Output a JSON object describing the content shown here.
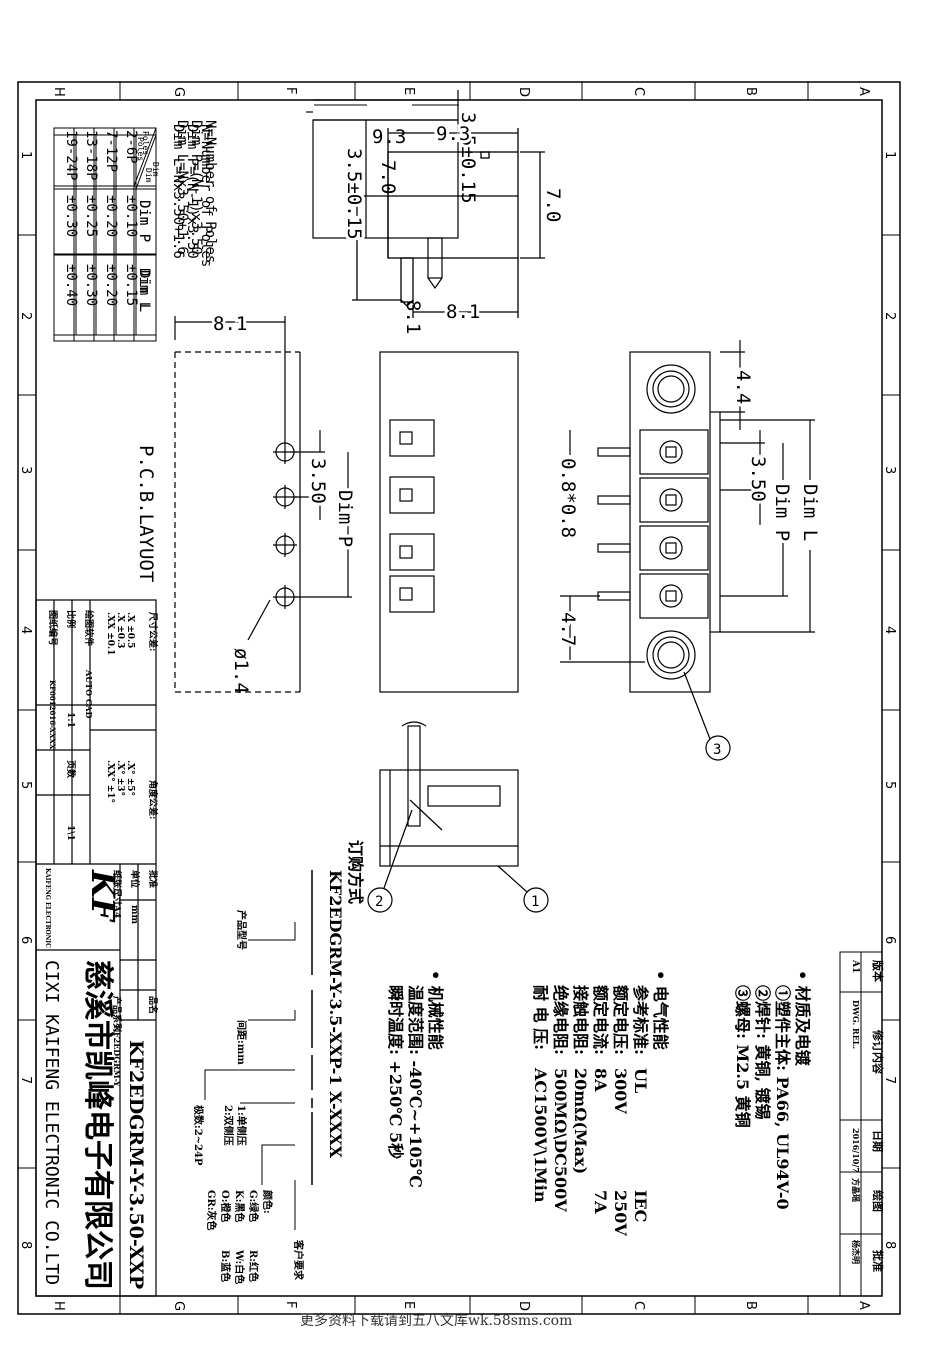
{
  "border_letters": [
    "A",
    "B",
    "C",
    "D",
    "E",
    "F",
    "G",
    "H"
  ],
  "border_numbers": [
    "1",
    "2",
    "3",
    "4",
    "5",
    "6",
    "7",
    "8"
  ],
  "notes": {
    "line1": "N=Number of Poles",
    "line2": "Dim P=(N-1)x3.50",
    "line3": "Dim L=Nx3.50+1.6"
  },
  "tol_table": {
    "header_poles": "Poles",
    "header_dim": "Dim",
    "col_p": "Dim P",
    "col_l": "Dim L",
    "rows": [
      {
        "poles": "2-6P",
        "p": "±0.10",
        "l": "±0.15"
      },
      {
        "poles": "7-12P",
        "p": "±0.20",
        "l": "±0.20"
      },
      {
        "poles": "13-18P",
        "p": "±0.25",
        "l": "±0.30"
      },
      {
        "poles": "19-24P",
        "p": "±0.30",
        "l": "±0.40"
      }
    ]
  },
  "dims": {
    "top_w": "9.3",
    "top_h": "7.0",
    "top_pin": "3.5±0.15",
    "top_depth": "8.1",
    "pcb_81": "8.1",
    "pitch_pcb": "3.50",
    "dimp_pcb": "Dim P",
    "hole": "ø1.4",
    "pcb_label": "P.C.B.LAYUOT",
    "pin_section": "0.8*0.8",
    "right_44": "4.4",
    "right_350": "3.50",
    "right_dimp": "Dim P",
    "right_diml": "Dim L",
    "right_47": "4.7"
  },
  "balloons": {
    "b1": "1",
    "b2": "2",
    "b3": "3"
  },
  "material": {
    "title": "• 材质及电镀",
    "l1": "①塑件主体: PA66, UL94V-0",
    "l2": "②焊针: 黄铜, 镀锡",
    "l3": "③螺母: M2.5 黄铜"
  },
  "electrical": {
    "title": "• 电气性能",
    "rows": [
      {
        "label": "参考标准:",
        "v1": "UL",
        "v2": "IEC"
      },
      {
        "label": "额定电压:",
        "v1": "300V",
        "v2": "250V"
      },
      {
        "label": "额定电流:",
        "v1": "8A",
        "v2": "7A"
      },
      {
        "label": "接触电阻:",
        "v1": "20mΩ(Max)",
        "v2": ""
      },
      {
        "label": "绝缘电阻:",
        "v1": "500MΩ\\DC500V",
        "v2": ""
      },
      {
        "label": "耐  电  压:",
        "v1": "AC1500V\\1Min",
        "v2": ""
      }
    ]
  },
  "mechanical": {
    "title": "• 机械性能",
    "l1": "温度范围: -40℃~+105℃",
    "l2": "瞬时温度: +250℃ 5秒"
  },
  "ordering": {
    "title": "订购方式",
    "code": "KF2EDGRM-Y-3.5-XXP-1 X-XXXX",
    "a1": "产品型号",
    "a2": "间距:mm",
    "a3": "极数:2~24P",
    "a4a": "1:单侧压",
    "a4b": "2:双侧压",
    "a5": "颜色:",
    "colors": [
      "G:绿色",
      "R:红色",
      "K:黑色",
      "W:白色",
      "O:橙色",
      "B:蓝色",
      "GR:灰色"
    ],
    "a6": "客户要求"
  },
  "revision": {
    "h_ver": "版本",
    "h_content": "修订内容",
    "h_date": "日期",
    "h_draw": "绘图",
    "h_appr": "批准",
    "ver": "A1",
    "content": "DWG. REL.",
    "date": "2016/10/7",
    "drawer": "方晶瑶",
    "approver": "杨杰明"
  },
  "titleblock": {
    "part_no": "KF2EDGRM-Y-3.50-XXP",
    "company_cn": "慈溪市凯峰电子有限公司",
    "company_en": "CIXI KAIFENG ELECTRONIC CO.LTD",
    "logo": "KF",
    "logo_sub": "KAIFENG ELECTRONIC",
    "appr": "批准",
    "unit_label": "单位",
    "unit": "mm",
    "size_label": "纸张尺寸",
    "size": "A4",
    "name_label": "品名",
    "series_label": "产品系列",
    "series": "KF2EDGRM-Y",
    "dim_tol": "尺寸公差:",
    "tol1": ".X    ±0.5",
    "tol2": ".X     ±0.3",
    "tol3": ".XX   ±0.1",
    "ang_tol": "角度公差:",
    "ang1": ".X°   ±5°",
    "ang2": ".X°   ±3°",
    "ang3": ".XX°  ±1°",
    "sw_label": "绘图软件",
    "sw": "AUTO CAD",
    "scale_label": "比例",
    "scale": "1:1",
    "page_label": "页数",
    "page": "1\\1",
    "dwg_label": "图纸编号",
    "dwg": "KF0012016-XXXX"
  },
  "footer": "更多资料下载请到五八文库wk.58sms.com"
}
